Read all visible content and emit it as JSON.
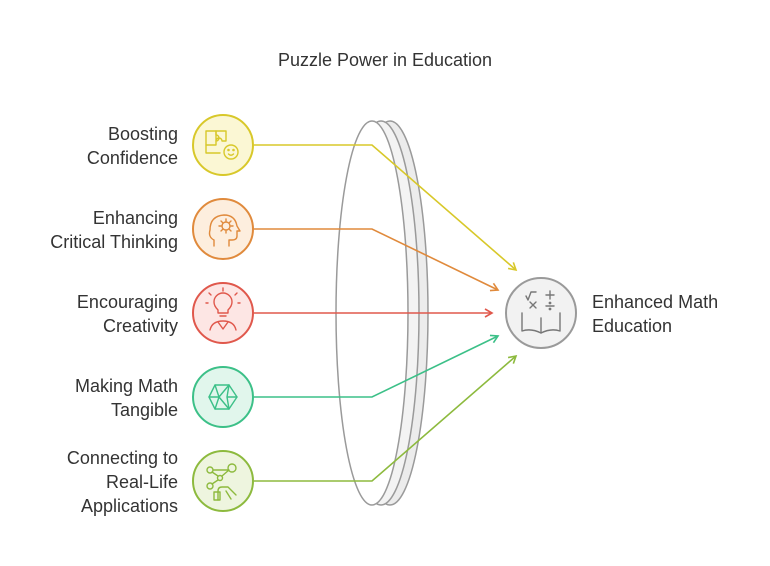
{
  "title": "Puzzle Power in Education",
  "inputs": [
    {
      "line1": "Boosting",
      "line2": "Confidence",
      "line3": "",
      "color": "#d8c82a",
      "fill": "#fbf7d4",
      "icon": "puzzle-smile-icon"
    },
    {
      "line1": "Enhancing",
      "line2": "Critical Thinking",
      "line3": "",
      "color": "#e08a3c",
      "fill": "#fdeede",
      "icon": "head-gear-icon"
    },
    {
      "line1": "Encouraging",
      "line2": "Creativity",
      "line3": "",
      "color": "#e0584c",
      "fill": "#fde6e4",
      "icon": "lightbulb-person-icon"
    },
    {
      "line1": "Making Math",
      "line2": "Tangible",
      "line3": "",
      "color": "#3cc088",
      "fill": "#e1f6ec",
      "icon": "cube-icon"
    },
    {
      "line1": "Connecting to",
      "line2": "Real-Life",
      "line3": "Applications",
      "color": "#8dba3e",
      "fill": "#eef5df",
      "icon": "network-hand-icon"
    }
  ],
  "outcome": {
    "line1": "Enhanced Math",
    "line2": "Education",
    "color": "#9a9a9a",
    "fill": "#f2f2f2",
    "icon": "math-book-icon"
  },
  "lens_color": "#9a9a9a"
}
